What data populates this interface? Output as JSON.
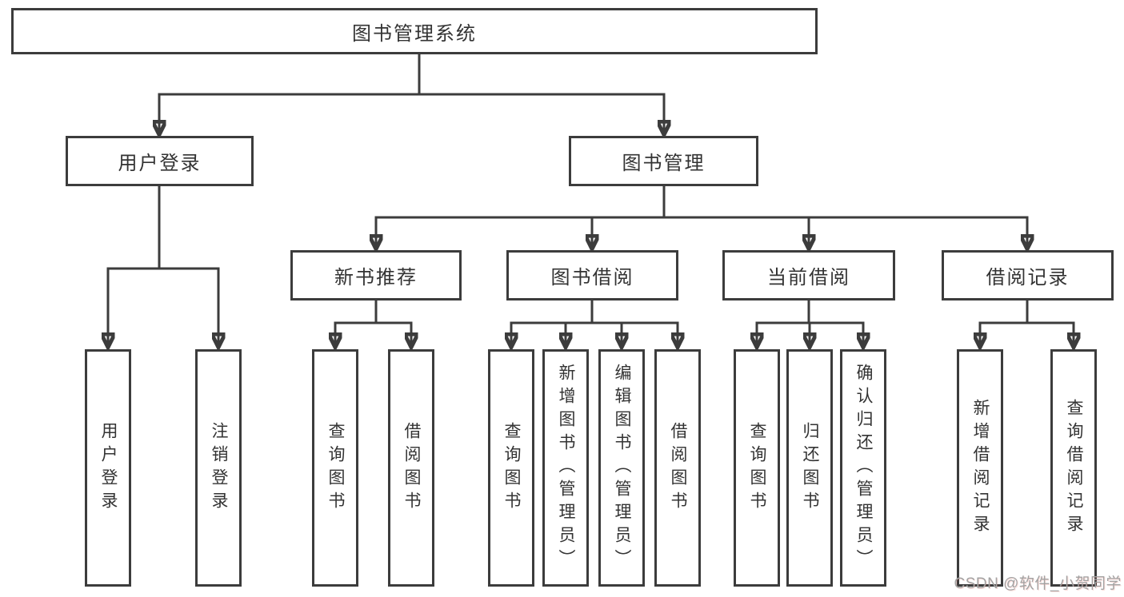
{
  "watermark": "CSDN @软件_小贺同学",
  "colors": {
    "line": "#3c3c3c",
    "box_border": "#3c3c3c",
    "text": "#333333",
    "background": "#ffffff",
    "watermark_text": "#a3a3a3"
  },
  "tree": {
    "root": "图书管理系统",
    "branches": [
      {
        "label": "用户登录",
        "children": [
          {
            "label": "用户登录"
          },
          {
            "label": "注销登录"
          }
        ]
      },
      {
        "label": "图书管理",
        "groups": [
          {
            "label": "新书推荐",
            "children": [
              {
                "label": "查询图书"
              },
              {
                "label": "借阅图书"
              }
            ]
          },
          {
            "label": "图书借阅",
            "children": [
              {
                "label": "查询图书"
              },
              {
                "label": "新增图书（管理员）"
              },
              {
                "label": "编辑图书（管理员）"
              },
              {
                "label": "借阅图书"
              }
            ]
          },
          {
            "label": "当前借阅",
            "children": [
              {
                "label": "查询图书"
              },
              {
                "label": "归还图书"
              },
              {
                "label": "确认归还（管理员）"
              }
            ]
          },
          {
            "label": "借阅记录",
            "children": [
              {
                "label": "新增借阅记录"
              },
              {
                "label": "查询借阅记录"
              }
            ]
          }
        ]
      }
    ]
  }
}
